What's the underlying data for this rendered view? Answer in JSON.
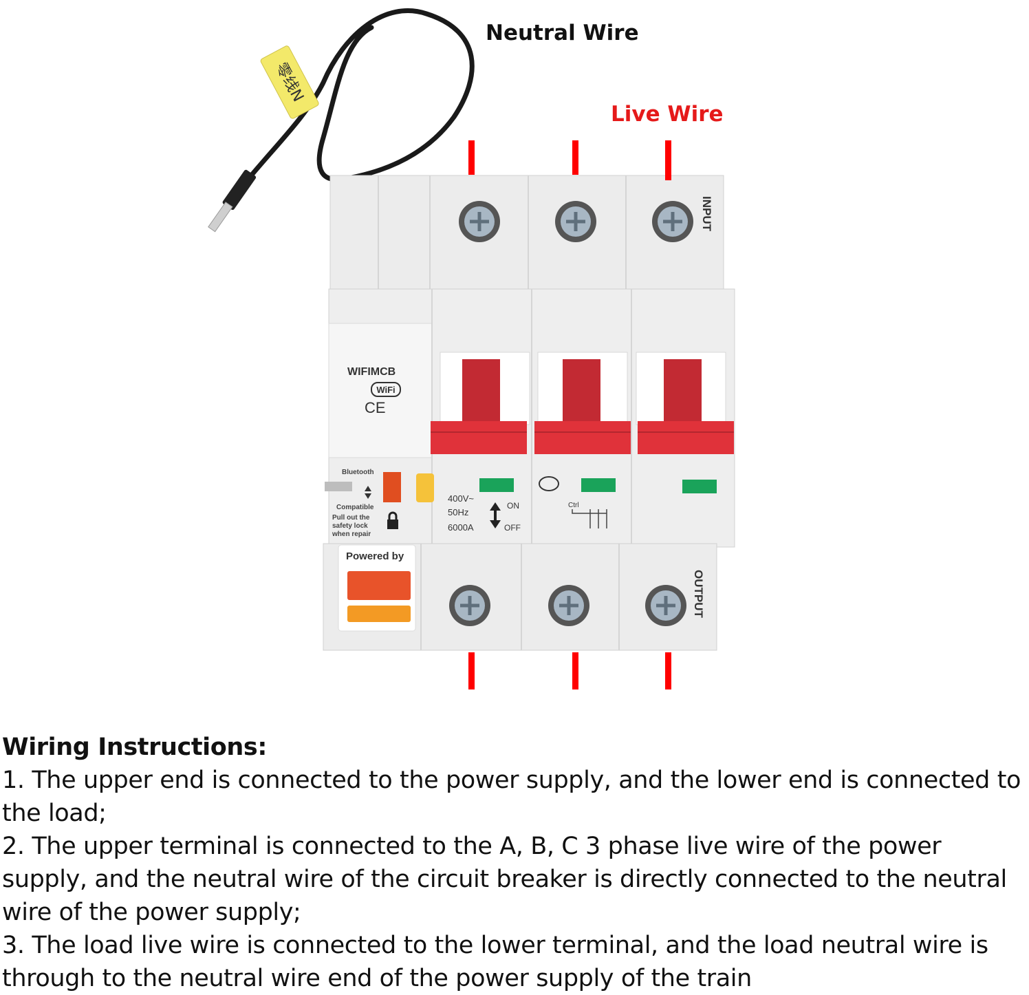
{
  "callouts": {
    "neutral_wire": "Neutral Wire",
    "live_wire": "Live Wire"
  },
  "device": {
    "model": "WIFIMCB",
    "wifi_badge": "WiFi",
    "ce_mark": "CE",
    "bluetooth": "Bluetooth",
    "compatible": "Compatible",
    "safety_lines": [
      "Pull out the",
      "safety lock",
      "when repair"
    ],
    "ratings": [
      "400V~",
      "50Hz",
      "6000A"
    ],
    "on_label": "ON",
    "off_label": "OFF",
    "ctrl_label": "Ctrl",
    "powered_by": "Powered by",
    "input_label": "INPUT",
    "output_label": "OUTPUT",
    "tag_text": "零线N"
  },
  "colors": {
    "live_marker": "#ff0000",
    "live_text": "#e51a1a",
    "handle_red": "#e0323a",
    "indicator_green": "#1aa35a",
    "body": "#ececec"
  },
  "instructions": {
    "heading": "Wiring Instructions:",
    "items": [
      "1. The upper end is connected to the power supply, and the lower end is connected to the load;",
      "2. The upper terminal is connected to the A, B, C 3 phase live wire of the power supply, and the neutral wire of the circuit breaker is directly connected to the neutral wire of the power supply;",
      "3. The load live wire is connected to the lower terminal, and the load neutral wire is through to the neutral wire end of the power supply of the train"
    ]
  }
}
